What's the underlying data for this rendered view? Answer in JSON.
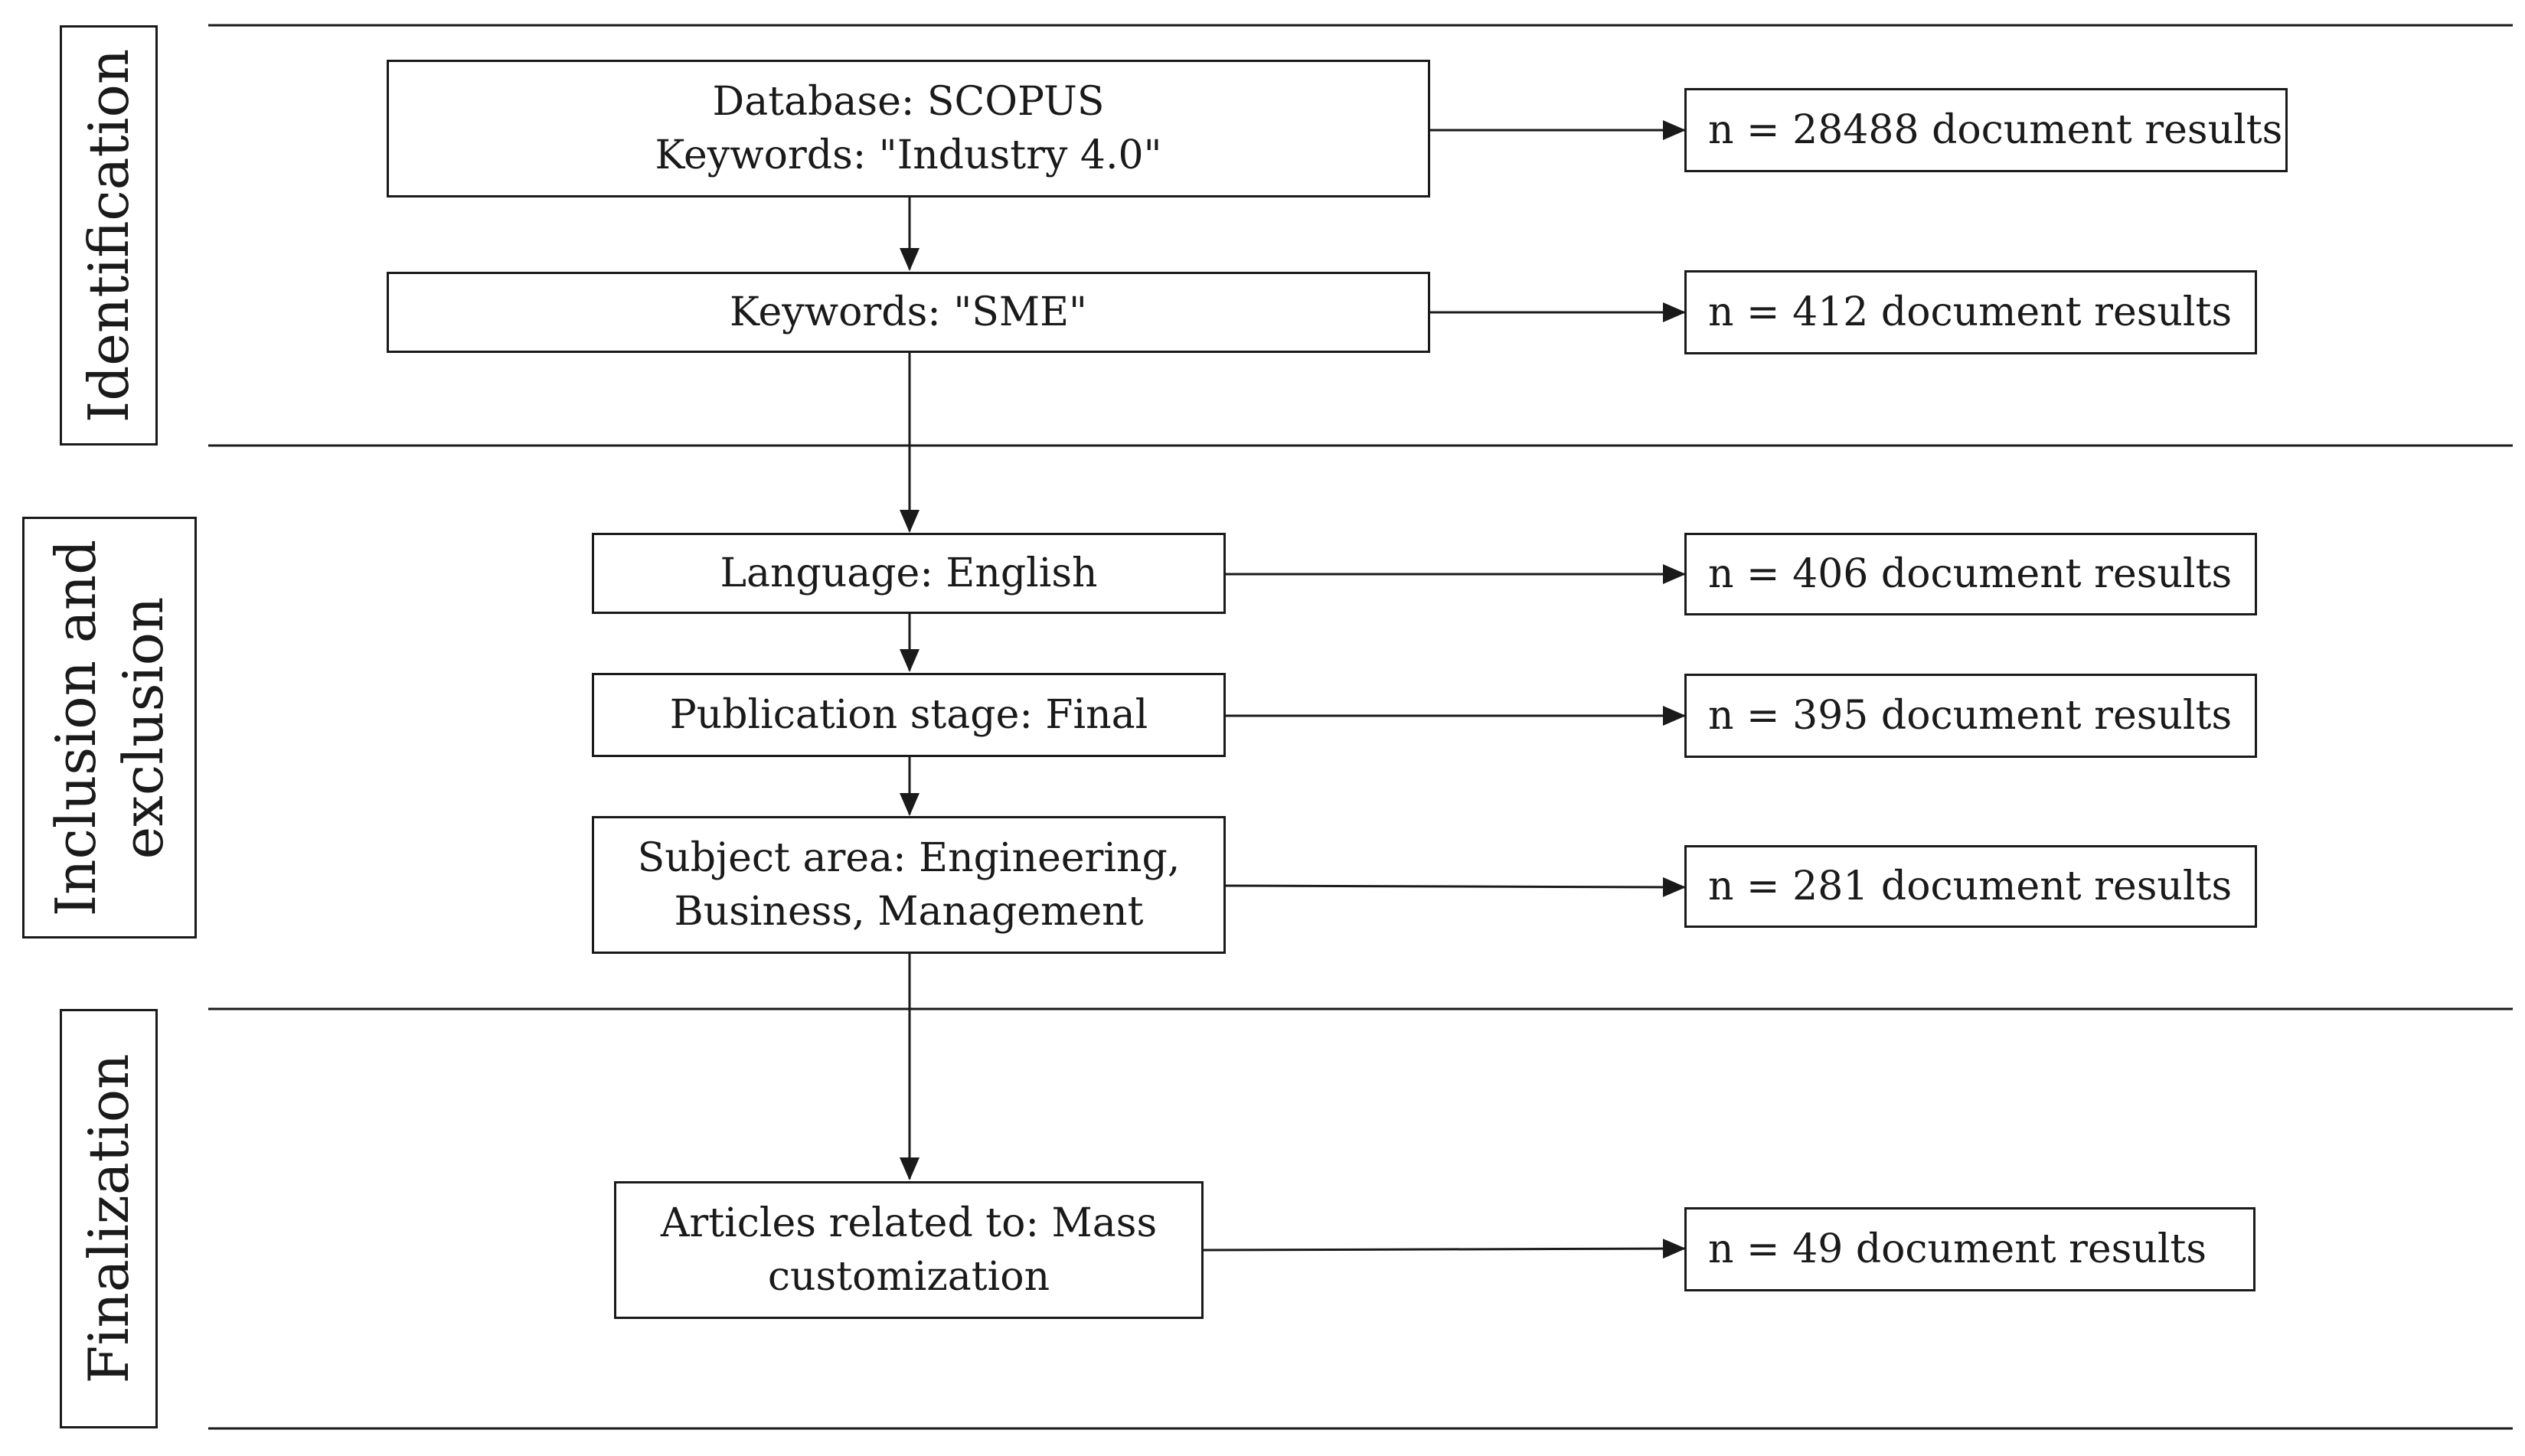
{
  "stages": {
    "identification": [
      "Identification"
    ],
    "inclusion": [
      "Inclusion and",
      "exclusion"
    ],
    "finalization": [
      "Finalization"
    ]
  },
  "steps": {
    "database": [
      "Database: SCOPUS",
      "Keywords:  \"Industry 4.0\""
    ],
    "keywords_sme": [
      "Keywords:  \"SME\""
    ],
    "language": [
      "Language: English"
    ],
    "publication": [
      "Publication stage: Final"
    ],
    "subject": [
      "Subject area: Engineering,",
      "Business, Management"
    ],
    "articles": [
      "Articles related to: Mass",
      "customization"
    ]
  },
  "results": {
    "database": "n = 28488 document results",
    "keywords_sme": "n = 412 document results",
    "language": "n = 406 document results",
    "publication": "n = 395 document results",
    "subject": "n = 281 document results",
    "articles": "n = 49 document results"
  }
}
